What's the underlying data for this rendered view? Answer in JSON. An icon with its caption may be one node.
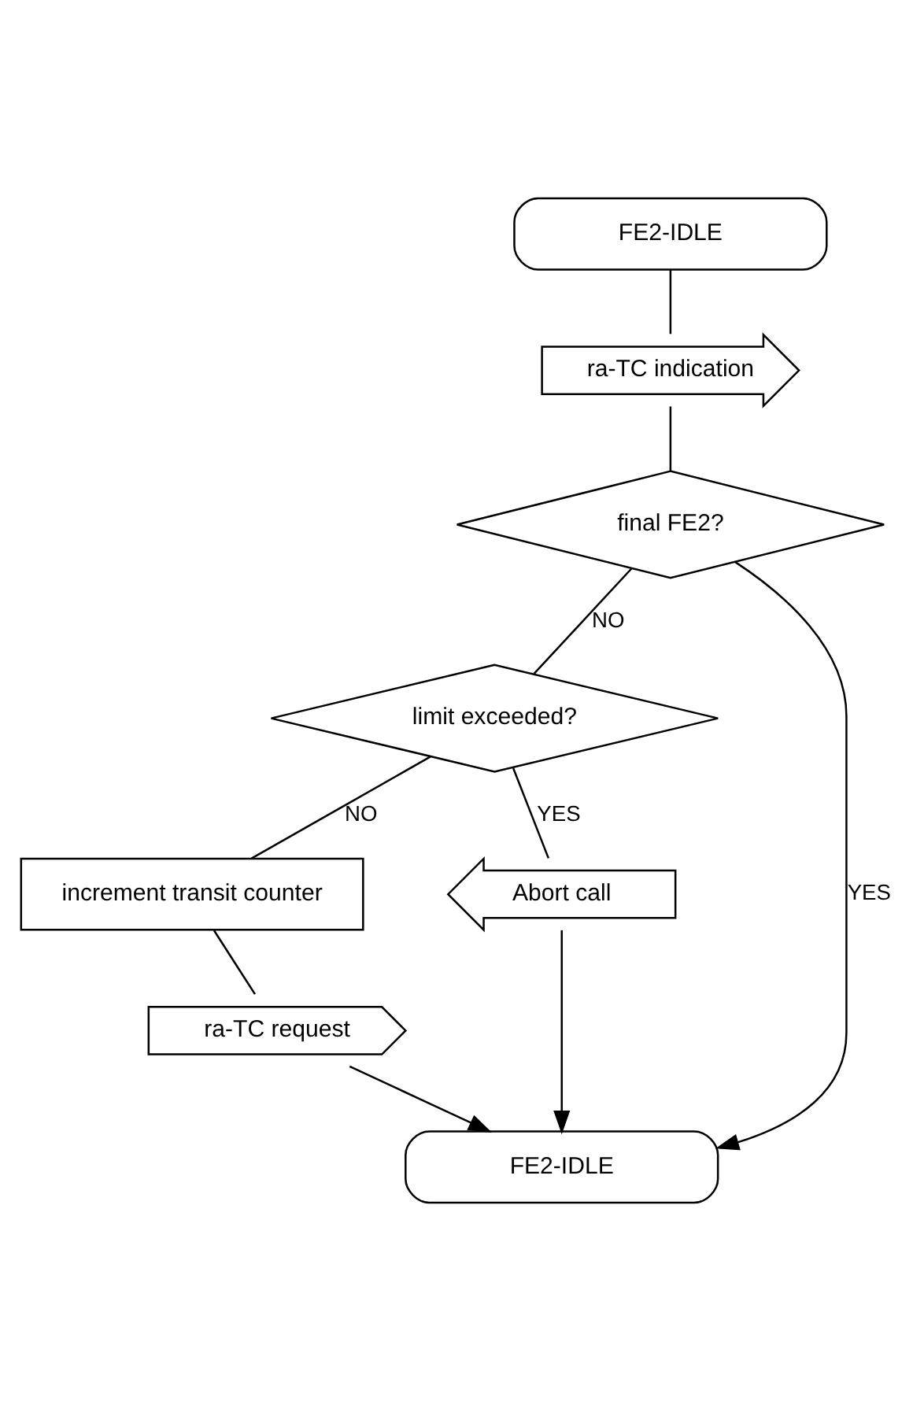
{
  "diagram": {
    "nodes": [
      {
        "text": [
          "FE2-IDLE"
        ]
      },
      {
        "text": [
          "ra-TC indication"
        ]
      },
      {
        "text": [
          "final FE2?"
        ]
      },
      {
        "text": [
          "limit exceeded?"
        ]
      },
      {
        "text": [
          "increment transit counter"
        ]
      },
      {
        "text": [
          "Abort call"
        ]
      },
      {
        "text": [
          "ra-TC request"
        ]
      },
      {
        "text": [
          "FE2-IDLE"
        ]
      }
    ],
    "edges": [
      {
        "from": 0,
        "to": 1,
        "arrow": "none"
      },
      {
        "from": 1,
        "to": 2,
        "arrow": "none"
      },
      {
        "from": 2,
        "to": 7,
        "arrow": "to",
        "label": "YES"
      },
      {
        "from": 2,
        "to": 3,
        "arrow": "none",
        "label": "NO"
      },
      {
        "from": 3,
        "to": 5,
        "arrow": "none",
        "label": "YES"
      },
      {
        "from": 3,
        "to": 4,
        "arrow": "none",
        "label": "NO"
      },
      {
        "from": 4,
        "to": 6,
        "arrow": "none"
      },
      {
        "from": 5,
        "to": 7,
        "arrow": "to"
      },
      {
        "from": 6,
        "to": 7,
        "arrow": "to"
      }
    ]
  }
}
